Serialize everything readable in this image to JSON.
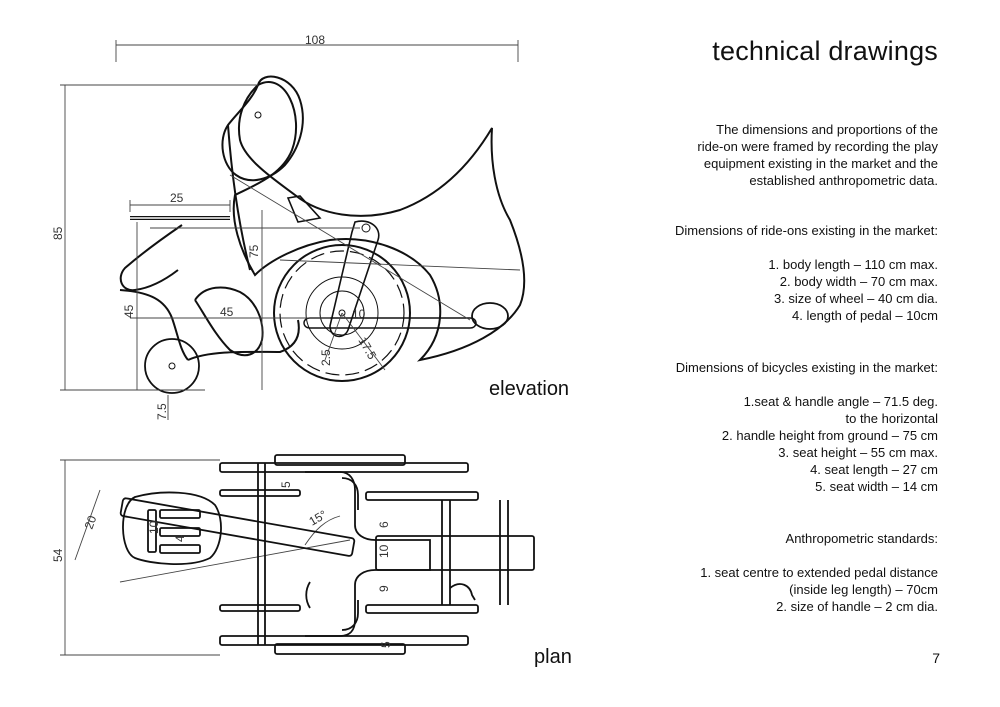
{
  "title": "technical drawings",
  "intro": [
    "The dimensions and proportions of the",
    "ride-on were framed by recording the play",
    "equipment existing in the market and the",
    "established anthropometric data."
  ],
  "rideons": {
    "heading": "Dimensions of ride-ons existing in the market:",
    "items": [
      "1. body length – 110 cm max.",
      "2. body width – 70 cm max.",
      "3. size of wheel – 40 cm dia.",
      "4. length of pedal – 10cm"
    ]
  },
  "bicycles": {
    "heading": "Dimensions of bicycles existing in the market:",
    "items": [
      "1.seat & handle angle – 71.5 deg.",
      "to the horizontal",
      "2. handle height from ground – 75 cm",
      "3. seat height – 55 cm max.",
      "4. seat length – 27 cm",
      "5. seat width – 14 cm"
    ]
  },
  "anthro": {
    "heading": "Anthropometric standards:",
    "items": [
      "1. seat centre to extended pedal distance",
      "(inside leg length) – 70cm",
      "2. size of handle – 2 cm dia."
    ]
  },
  "page_number": "7",
  "views": {
    "elevation": "elevation",
    "plan": "plan"
  },
  "dims": {
    "total_length": "108",
    "total_height": "85",
    "handle_len": "25",
    "seat_height": "75",
    "handle_height": "45",
    "pedal_reach": "45",
    "crank": "10",
    "wheel_dia": "17.5",
    "hub": "2.5",
    "ground": "7.5",
    "plan_width": "54",
    "handle_angle": "20",
    "steer_angle": "15°",
    "tab_1": "5",
    "tab_2": "6",
    "tab_3": "10",
    "tab_4": "9",
    "tab_5": "5",
    "grip_1": "10",
    "grip_2": "4"
  }
}
